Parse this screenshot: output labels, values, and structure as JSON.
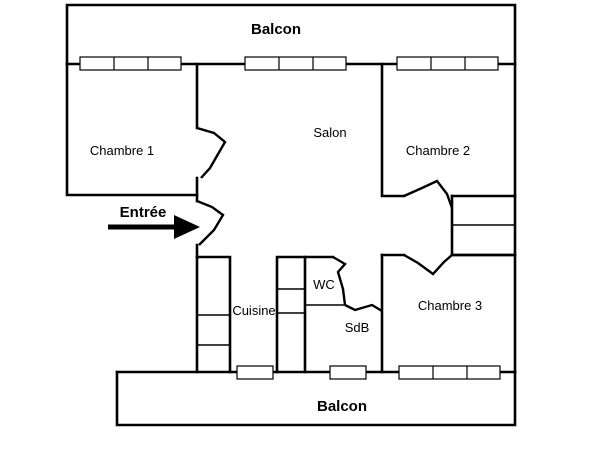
{
  "rooms": {
    "balcon_top": "Balcon",
    "balcon_bottom": "Balcon",
    "salon": "Salon",
    "chambre1": "Chambre 1",
    "chambre2": "Chambre 2",
    "chambre3": "Chambre 3",
    "wc": "WC",
    "cuisine": "Cuisine",
    "sdb": "SdB"
  },
  "entrance": {
    "label": "Entrée",
    "arrow_direction": "right"
  }
}
